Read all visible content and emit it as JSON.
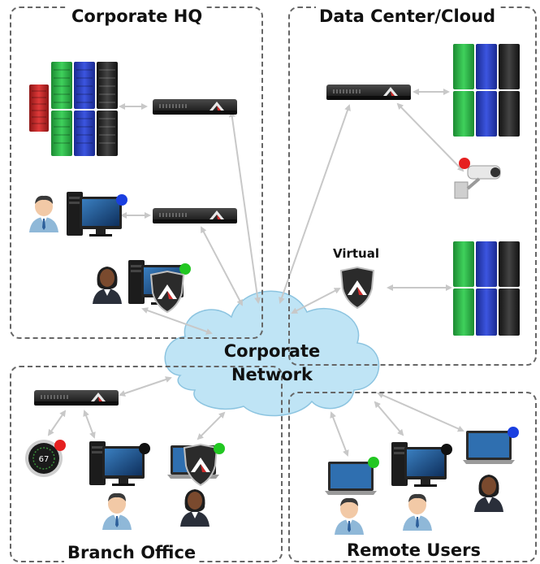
{
  "zones": {
    "corporate_hq": "Corporate HQ",
    "data_center": "Data Center/Cloud",
    "branch_office": "Branch Office",
    "remote_users": "Remote Users"
  },
  "cloud": {
    "line1": "Corporate",
    "line2": "Network"
  },
  "virtual_label": "Virtual",
  "thermostat_value": "67",
  "colors": {
    "server_green": "#2db84a",
    "server_blue": "#2a3fc4",
    "server_black": "#2b2b2b",
    "server_red": "#d12b2b",
    "cloud": "#bfe4f5",
    "status_green": "#22c722",
    "status_blue": "#1a3fe0",
    "status_red": "#e52020",
    "status_black": "#111111",
    "arrow": "#c8c8c8"
  }
}
